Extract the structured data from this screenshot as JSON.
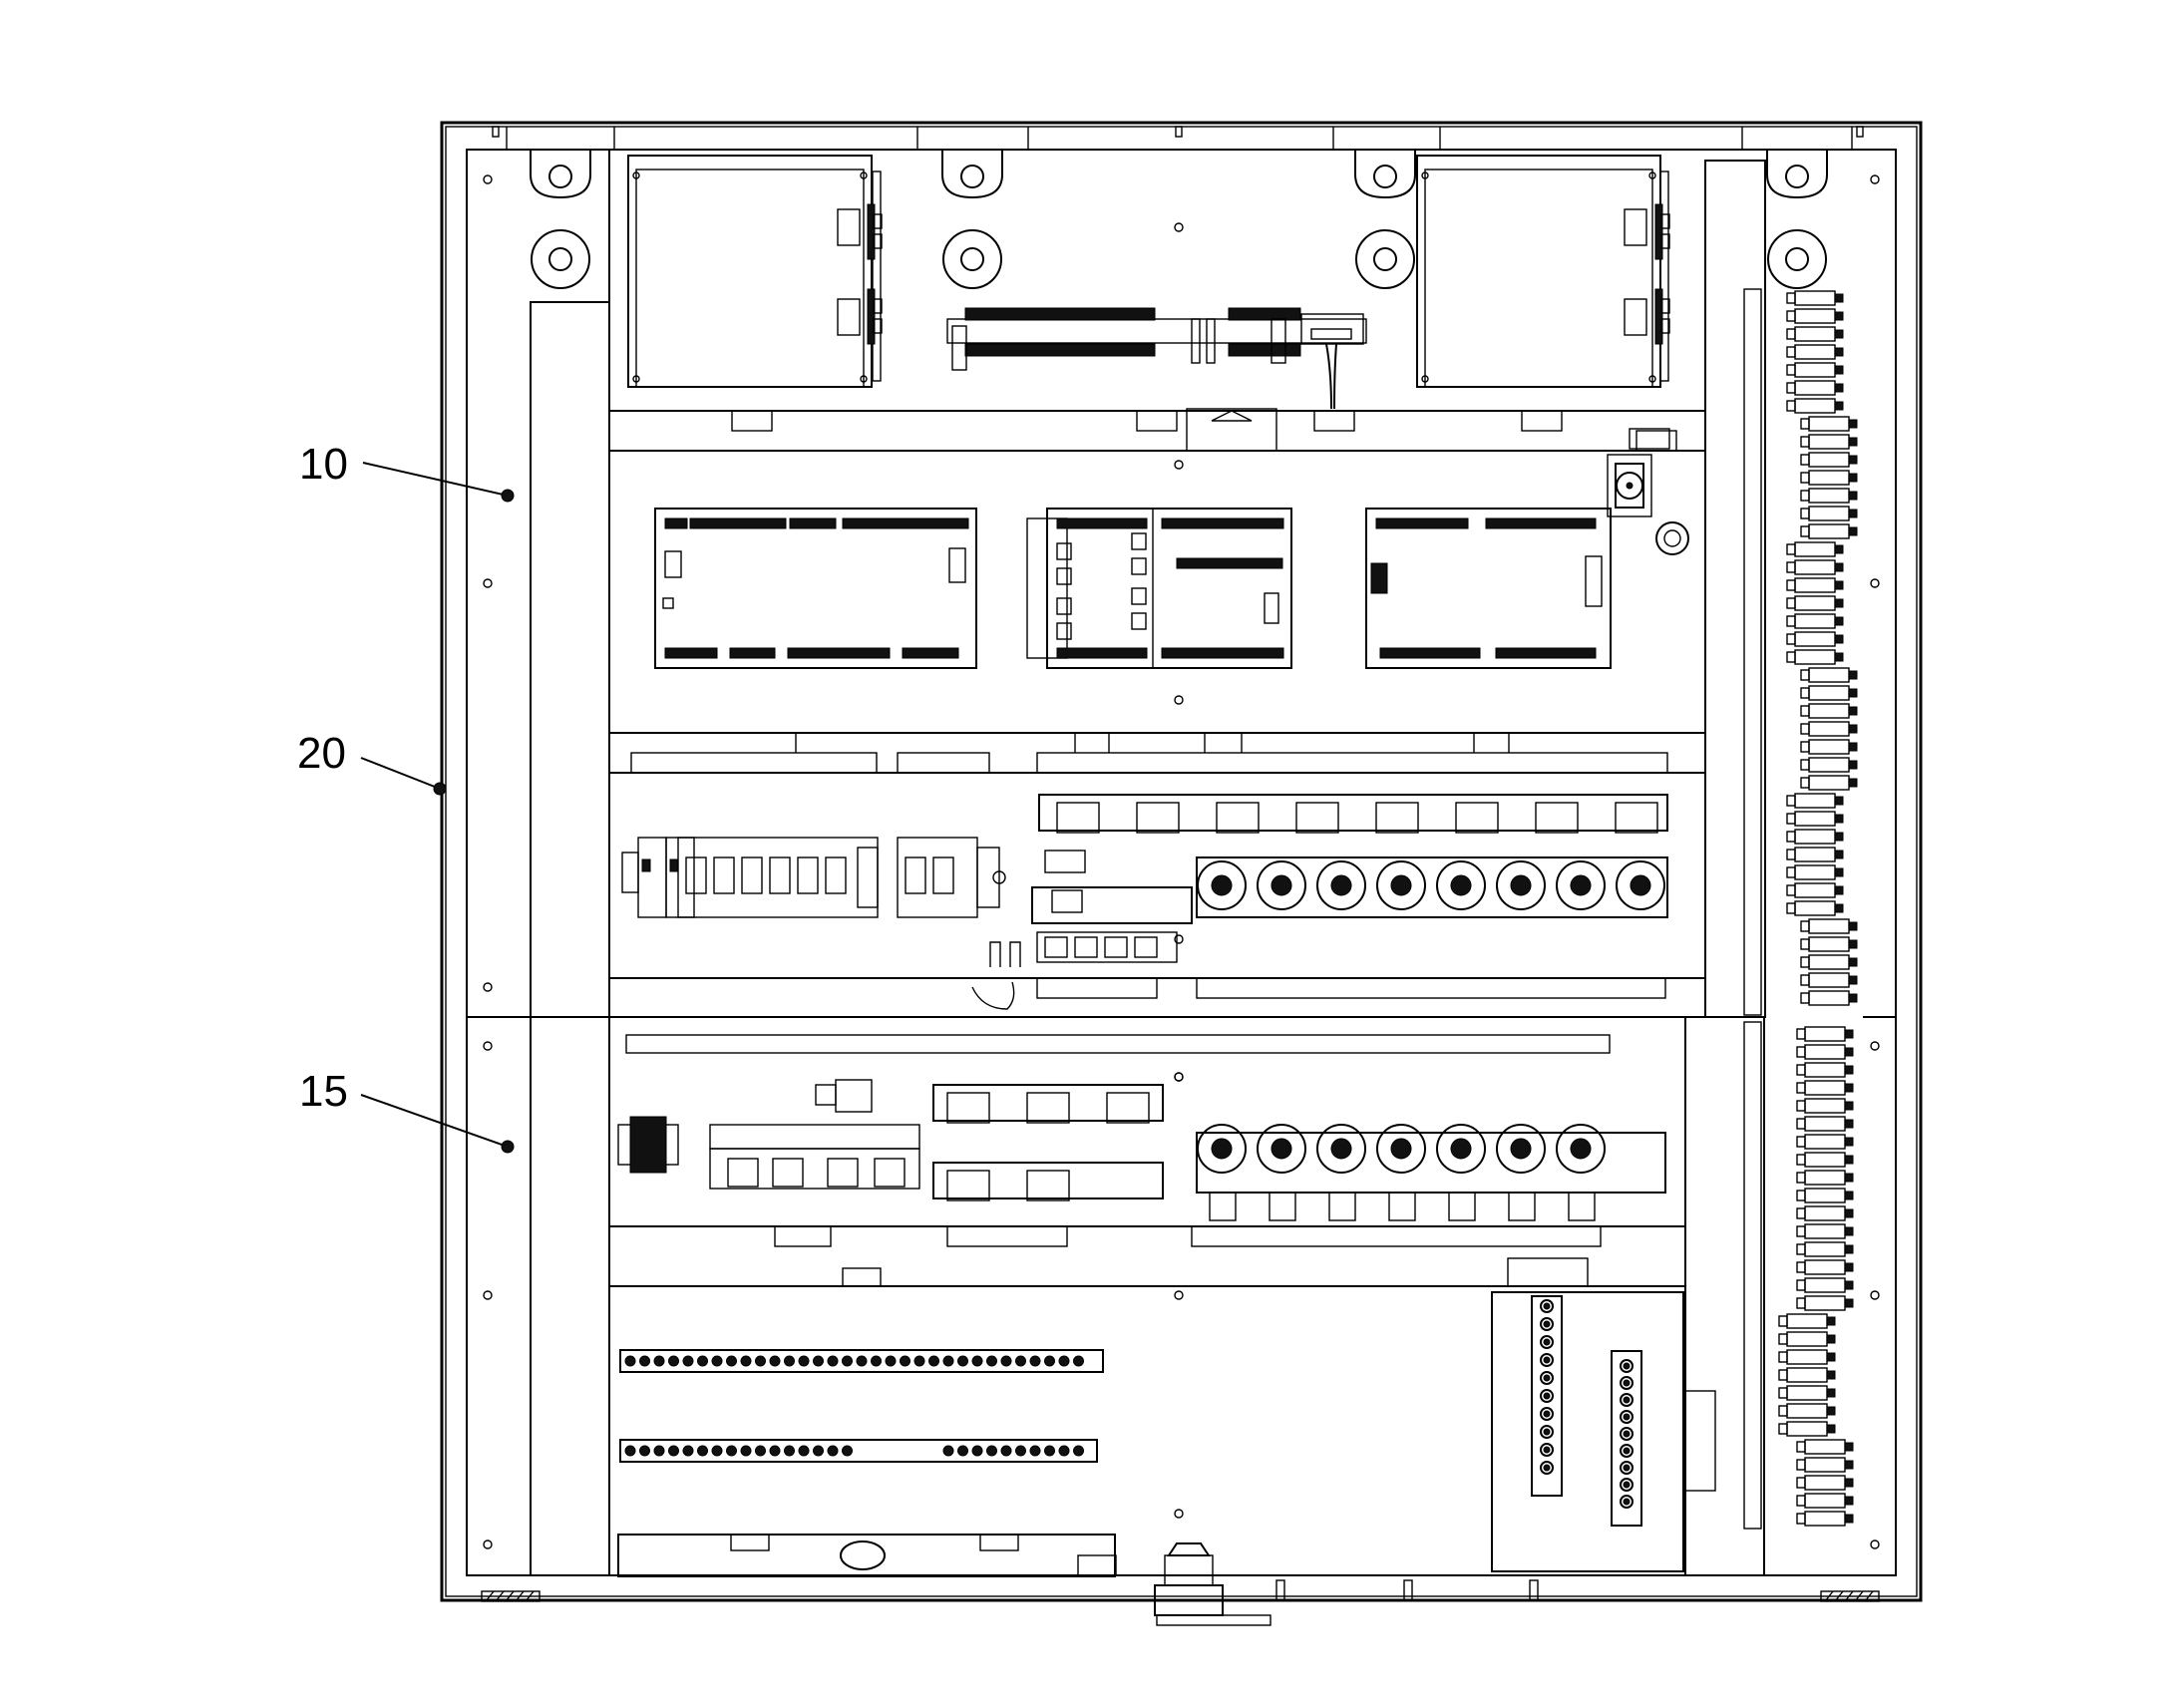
{
  "reference_labels": {
    "enclosure_door": "10",
    "enclosure_housing": "20",
    "lower_panel": "15"
  }
}
